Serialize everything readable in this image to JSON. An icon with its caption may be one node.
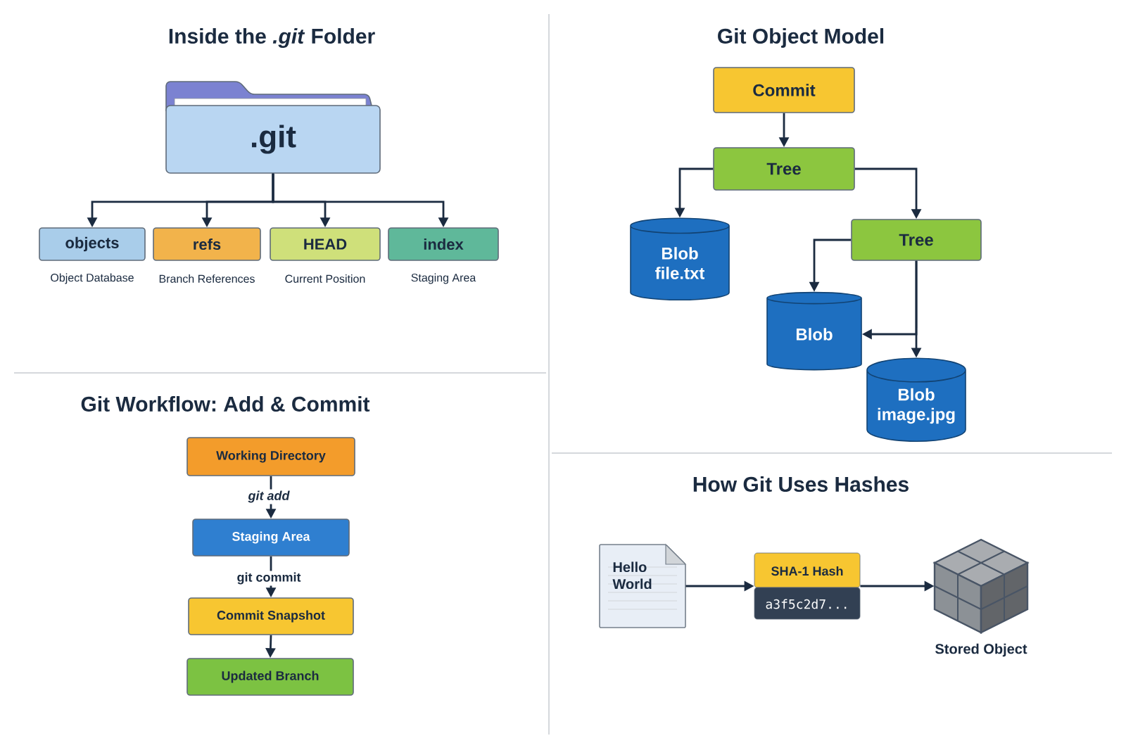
{
  "diagram": {
    "nodes": [
      {
        "text": [
          ".git"
        ]
      },
      {
        "text": [
          "objects"
        ],
        "beside": [
          "Object Database"
        ]
      },
      {
        "text": [
          "refs"
        ],
        "beside": [
          "Branch References"
        ]
      },
      {
        "text": [
          "HEAD"
        ],
        "beside": [
          "Current Position"
        ]
      },
      {
        "text": [
          "index"
        ],
        "beside": [
          "Staging Area"
        ]
      },
      {
        "text": [
          "Commit"
        ]
      },
      {
        "text": [
          "Tree"
        ]
      },
      {
        "text": [
          "Blob",
          "file.txt"
        ]
      },
      {
        "text": [
          "Tree"
        ]
      },
      {
        "text": [
          "Blob"
        ]
      },
      {
        "text": [
          "Blob",
          "image.jpg"
        ]
      },
      {
        "text": [
          "Working Directory"
        ]
      },
      {
        "text": [
          "Staging Area"
        ]
      },
      {
        "text": [
          "Commit Snapshot"
        ]
      },
      {
        "text": [
          "Updated Branch"
        ]
      },
      {
        "text": [
          "Hello World"
        ]
      },
      {
        "text": [
          "SHA-1 Hash",
          "a3f5c2d7..."
        ]
      },
      {
        "text": [],
        "shape": "cube",
        "beside": [
          "Stored Object"
        ]
      }
    ],
    "edges": [
      {
        "from": 0,
        "to": 1,
        "arrow": "to"
      },
      {
        "from": 0,
        "to": 2,
        "arrow": "to"
      },
      {
        "from": 0,
        "to": 3,
        "arrow": "to"
      },
      {
        "from": 0,
        "to": 4,
        "arrow": "to"
      },
      {
        "from": 5,
        "to": 6,
        "arrow": "to"
      },
      {
        "from": 6,
        "to": 7,
        "arrow": "to"
      },
      {
        "from": 6,
        "to": 8,
        "arrow": "to"
      },
      {
        "from": 8,
        "to": 9,
        "arrow": "to"
      },
      {
        "from": 8,
        "to": 10,
        "arrow": "to"
      },
      {
        "from": 8,
        "to": 9,
        "arrow": "to"
      },
      {
        "from": 11,
        "to": 12,
        "arrow": "to",
        "label": "git add"
      },
      {
        "from": 12,
        "to": 13,
        "arrow": "to",
        "label": "git commit"
      },
      {
        "from": 13,
        "to": 14,
        "arrow": "to"
      },
      {
        "from": 15,
        "to": 16,
        "arrow": "to"
      },
      {
        "from": 16,
        "to": 17,
        "arrow": "to"
      }
    ],
    "labels": [
      "Inside the *.git* Folder",
      "Git Object Model",
      "Git Workflow: Add & Commit",
      "How Git Uses Hashes"
    ]
  }
}
